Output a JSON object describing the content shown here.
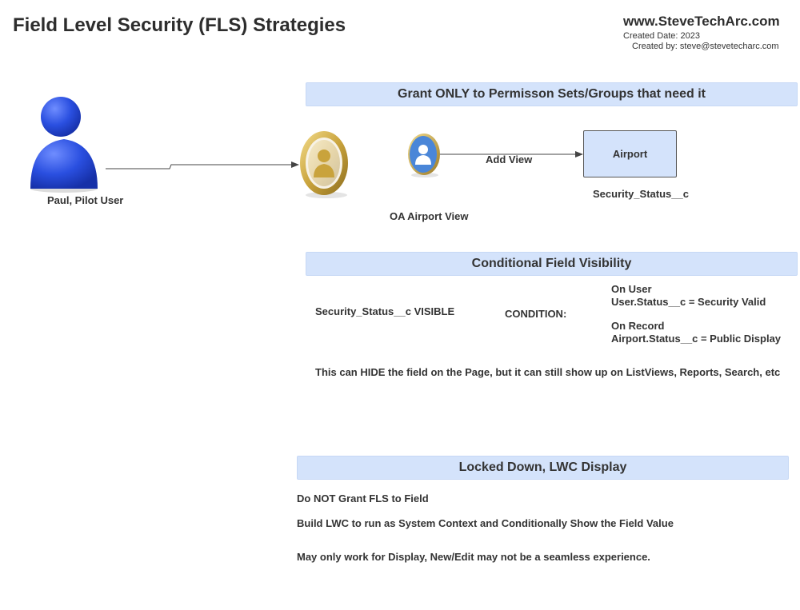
{
  "header": {
    "title": "Field Level Security (FLS) Strategies",
    "site": "www.SteveTechArc.com",
    "created_date": "Created Date: 2023",
    "created_by": "Created by: steve@stevetecharc.com"
  },
  "section1": {
    "banner": "Grant ONLY to Permisson Sets/Groups that need it",
    "user_label": "Paul, Pilot User",
    "perm_label": "OA Airport View",
    "arrow_label": "Add View",
    "object_box": "Airport",
    "field_label": "Security_Status__c"
  },
  "section2": {
    "banner": "Conditional Field Visibility",
    "visible_label": "Security_Status__c VISIBLE",
    "condition_label": "CONDITION:",
    "on_user": "On User",
    "user_condition": "User.Status__c = Security Valid",
    "on_record": "On Record",
    "record_condition": "Airport.Status__c = Public Display",
    "note": "This can HIDE the field on the Page, but it can still show up on ListViews, Reports, Search, etc"
  },
  "section3": {
    "banner": "Locked Down, LWC Display",
    "line1": "Do NOT Grant FLS to Field",
    "line2": "Build LWC to run as System Context and Conditionally Show the Field Value",
    "line3": "May only work for Display, New/Edit may not be a seamless experience."
  },
  "icons": {
    "user": "user-icon",
    "perm_set_group": "permission-set-group-icon",
    "perm_set": "permission-set-icon"
  },
  "colors": {
    "banner_fill": "#d4e3fb",
    "user_blue": "#2a4fe0",
    "gold": "#c9a33c",
    "perm_blue": "#4a86d8"
  }
}
